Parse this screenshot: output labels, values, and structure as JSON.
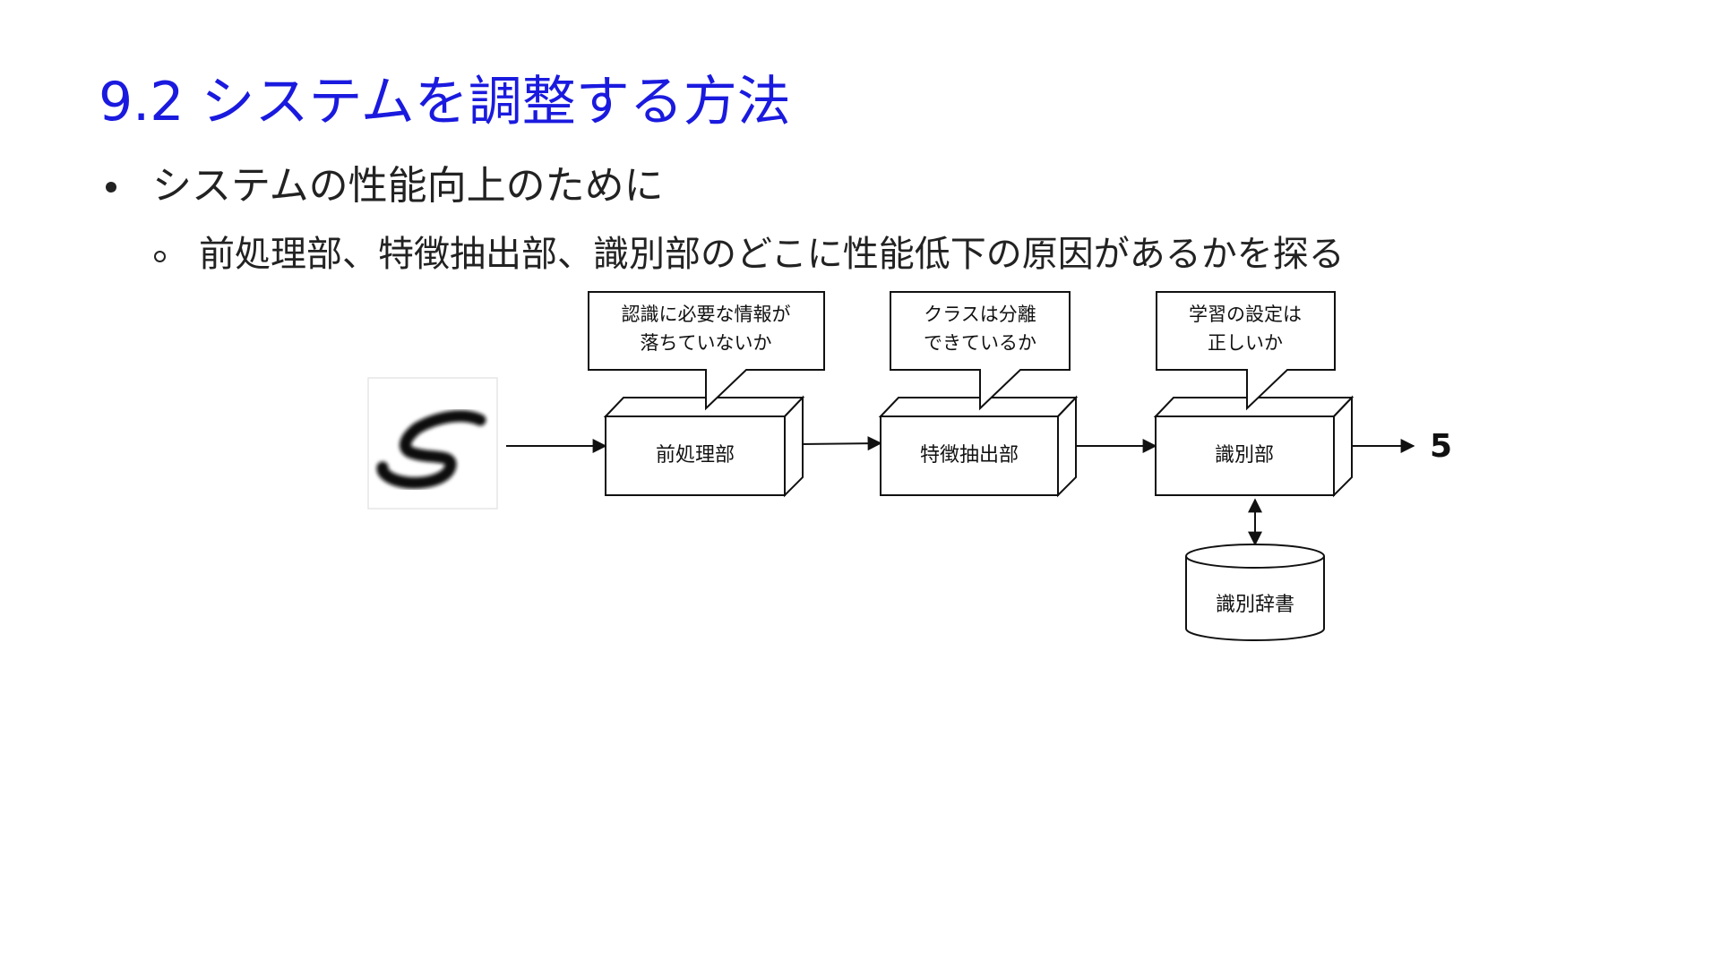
{
  "slide": {
    "title": "9.2 システムを調整する方法",
    "bullets": [
      {
        "text": "システムの性能向上のために",
        "sub": [
          "前処理部、特徴抽出部、識別部のどこに性能低下の原因があるかを探る"
        ]
      }
    ]
  },
  "diagram": {
    "input_glyph": "5",
    "blocks": {
      "preprocess": "前処理部",
      "feature": "特徴抽出部",
      "classifier": "識別部"
    },
    "callouts": {
      "preprocess": [
        "認識に必要な情報が",
        "落ちていないか"
      ],
      "feature": [
        "クラスは分離",
        "できているか"
      ],
      "classifier": [
        "学習の設定は",
        "正しいか"
      ]
    },
    "database": "識別辞書",
    "output": "5"
  },
  "colors": {
    "title": "#1a1adf",
    "text": "#222222",
    "box_fill": "#ffffff",
    "box_stroke": "#111111"
  }
}
